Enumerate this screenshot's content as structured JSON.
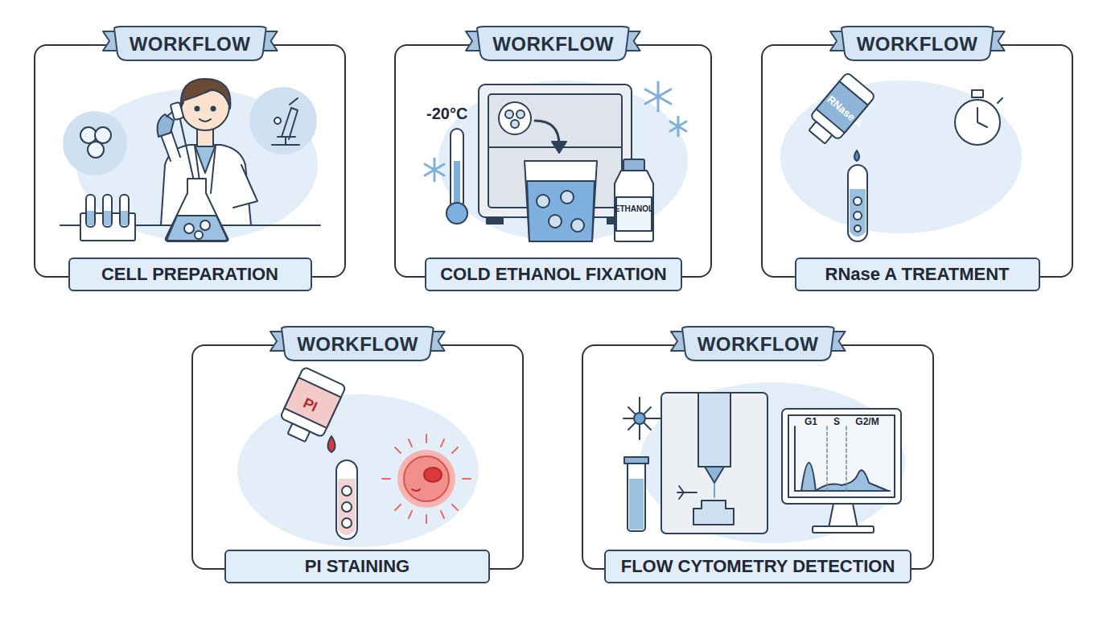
{
  "diagram": {
    "nodes": [
      {
        "text": [
          "WORKFLOW"
        ]
      },
      {
        "text": [
          "CELL PREPARATION"
        ],
        "in": 0
      },
      {
        "text": [
          "WORKFLOW"
        ]
      },
      {
        "text": [
          "COLD ETHANOL FIXATION"
        ],
        "in": 2
      },
      {
        "text": [
          "WORKFLOW"
        ]
      },
      {
        "text": [
          "RNase A TREATMENT"
        ],
        "in": 4
      },
      {
        "text": [
          "WORKFLOW"
        ]
      },
      {
        "text": [
          "PI STAINING"
        ],
        "in": 6
      },
      {
        "text": [
          "WORKFLOW"
        ]
      },
      {
        "text": [
          "FLOW CYTOMETRY DETECTION"
        ],
        "in": 8
      }
    ],
    "labels": [
      "-20°C",
      "ETHANOL",
      "RNase A",
      "PI",
      "G1",
      "S",
      "G2/M"
    ]
  }
}
